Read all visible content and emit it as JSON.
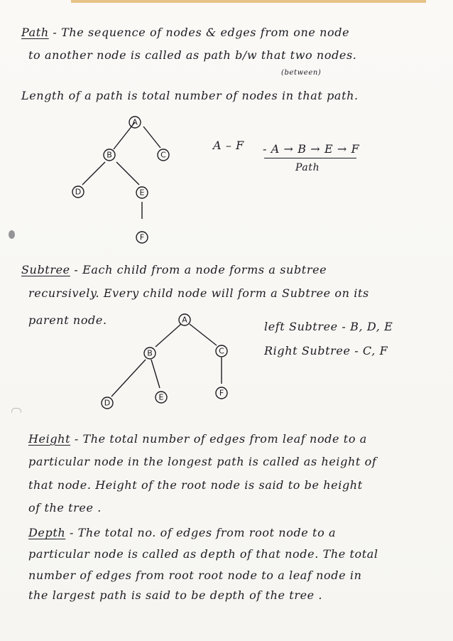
{
  "path_section": {
    "term": "Path",
    "line1": "-   The   sequence   of nodes & edges from   one node",
    "line2": "to  another   node is  called  as  path  b/w   that   two nodes.",
    "note": "(between)",
    "length_line": "Length  of  a   path is   total  number of nodes  in  that path.",
    "example_label": "A – F",
    "example_path": "- A → B → E → F",
    "example_caption": "Path"
  },
  "tree1": {
    "nodes": [
      "A",
      "B",
      "C",
      "D",
      "E",
      "F"
    ]
  },
  "subtree_section": {
    "term": "Subtree",
    "line1": "-  Each  child  from  a  node  forms  a  subtree",
    "line2": "recursively.  Every  child node  will  form  a  Subtree  on its",
    "line3": "parent  node.",
    "left_subtree": "left  Subtree  -  B, D, E",
    "right_subtree": "Right  Subtree -  C, F"
  },
  "tree2": {
    "nodes": [
      "A",
      "B",
      "C",
      "D",
      "E",
      "F"
    ]
  },
  "height_section": {
    "term": "Height",
    "line1": "-   The  total  number  of edges  from   leaf  node to a",
    "line2": "particular   node  in  the  longest  path is  called  as height of",
    "line3": "that  node.  Height  of  the  root node  is   said  to be height",
    "line4": "of  the  tree ."
  },
  "depth_section": {
    "term": "Depth",
    "line1": "-  The  total  no.  of edges  from  root node  to a",
    "line2": "particular   node  is   called  as   depth  of  that node.  The total",
    "line3": "number  of  edges   from   root   root  node  to  a  leaf  node  in",
    "line4": "the  largest   path  is    said  to  be  depth  of  the  tree ."
  }
}
